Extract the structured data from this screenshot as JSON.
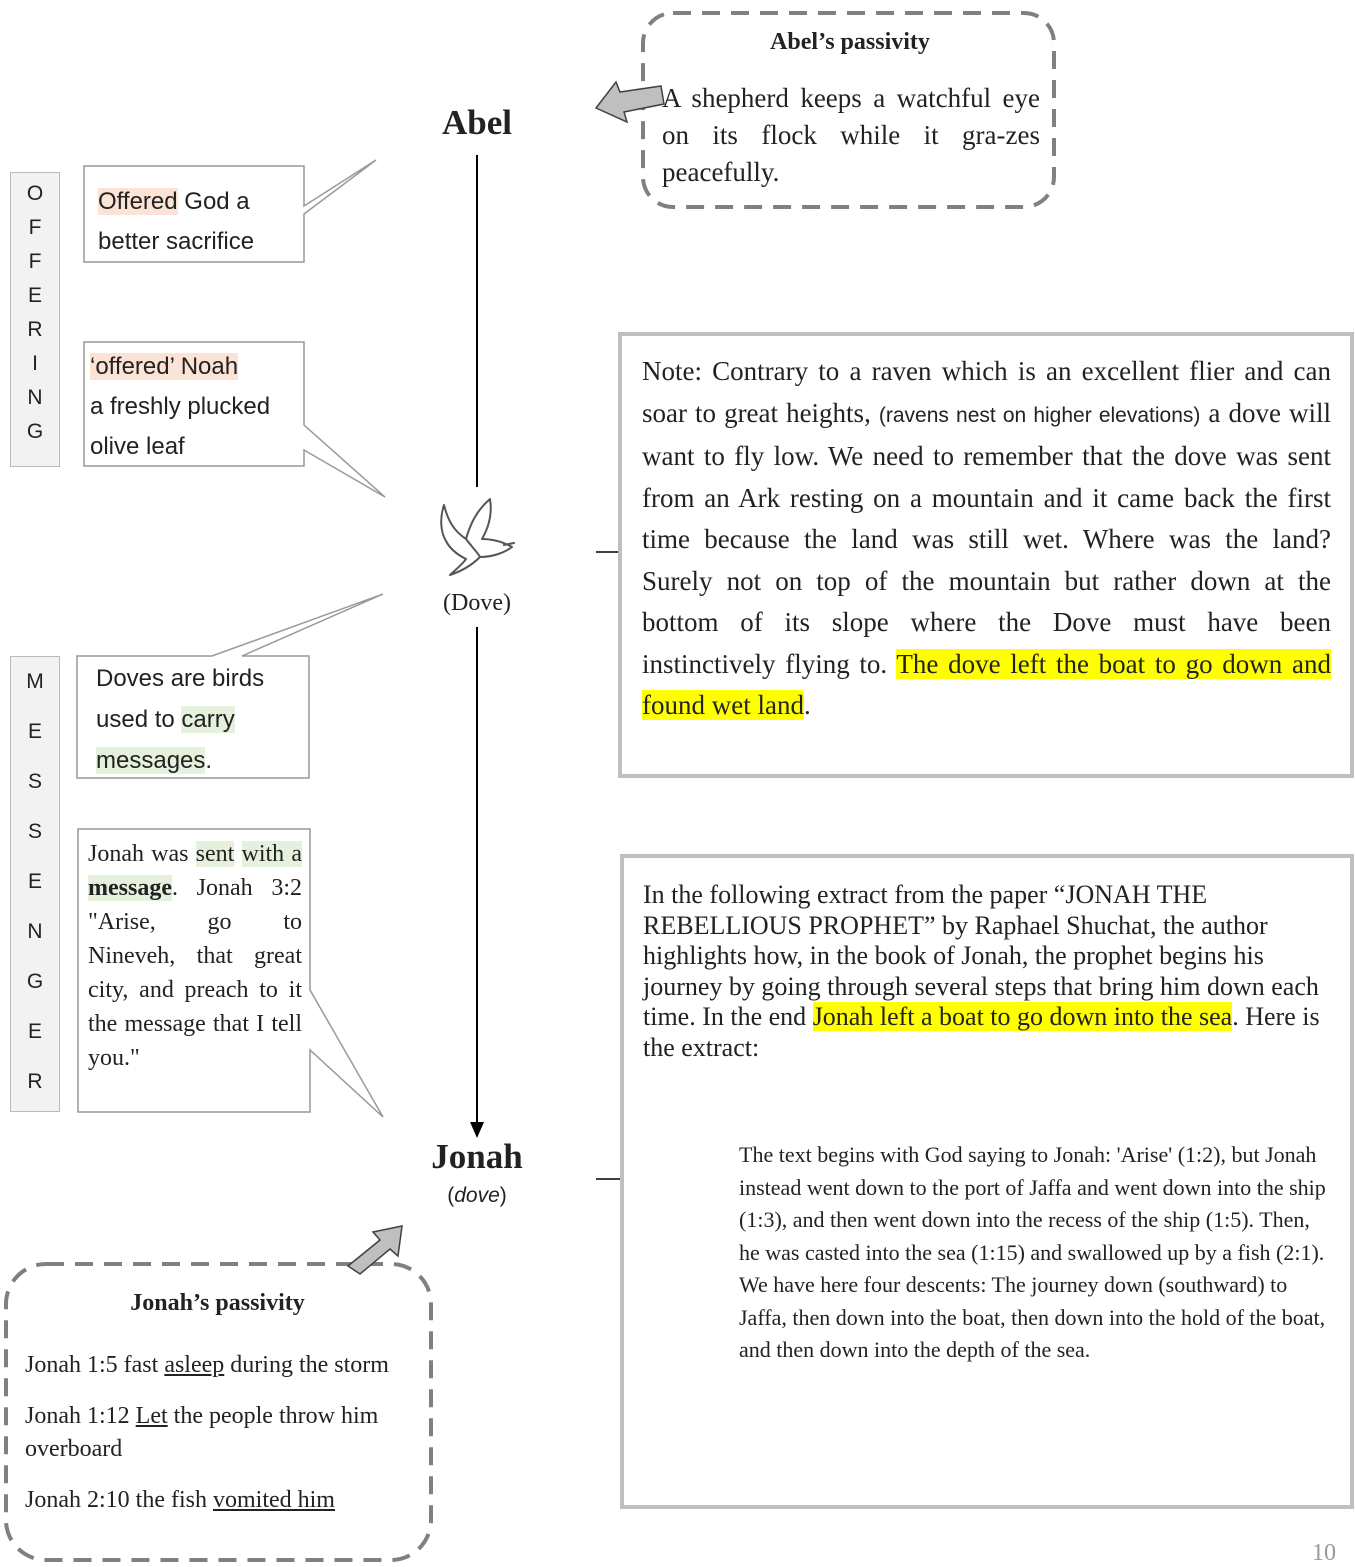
{
  "abel": {
    "name": "Abel"
  },
  "dove": {
    "caption": "(Dove)"
  },
  "jonah": {
    "name": "Jonah",
    "subtitle_open": "(",
    "subtitle": "dove",
    "subtitle_close": ")"
  },
  "abel_passivity": {
    "title": "Abel’s passivity",
    "text": "A shepherd keeps a watchful eye on its flock while it gra-zes peacefully."
  },
  "offering_label": [
    "O",
    "F",
    "F",
    "E",
    "R",
    "I",
    "N",
    "G"
  ],
  "messenger_label": [
    "M",
    "E",
    "S",
    "S",
    "E",
    "N",
    "G",
    "E",
    "R"
  ],
  "callout_abel": {
    "highlight": "Offered",
    "rest": " God a better sacrifice"
  },
  "callout_noah": {
    "highlight": "‘offered’ Noah",
    "rest": "a freshly plucked olive leaf"
  },
  "callout_doves": {
    "pre": "Doves are birds used to ",
    "h1": "carry",
    "h2": "messages",
    "post": "."
  },
  "callout_jonah": {
    "pre": "Jonah was ",
    "h1": "sent",
    "h2_pre": "with a ",
    "h2_bold": "message",
    "post": ". Jonah 3:2 \"Arise, go to Nineveh, that great city, and preach to it the message that I tell you.\""
  },
  "note": {
    "p1": "Note: Contrary to a raven which is an excellent flier and can soar to great heights, ",
    "small": "(ravens nest on higher elevations)",
    "p2": " a dove will want to fly low. We need to remember that the dove was sent from an Ark resting on a mountain and it came back the first time because the land was still wet. Where was the land? Surely not on top of the mountain but rather down at the bottom of its slope where the Dove must have been instinctively flying to.  ",
    "highlight": "The dove left the boat to go down and found wet land",
    "end": "."
  },
  "extract": {
    "intro_a": "In the following extract from the paper “JONAH THE REBELLIOUS PROPHET” by Raphael Shuchat, the author highlights how, in the book of Jonah,  the prophet begins his journey by going through several steps that bring him down each time. In the end ",
    "highlight": "Jonah left a boat to go down into the sea",
    "intro_b": ". Here is the extract:",
    "quote": "The text begins with God saying to Jonah: 'Arise' (1:2), but Jonah instead went down to the port of Jaffa and went down into the ship (1:3), and then went down into the recess of the ship (1:5). Then, he was casted into the sea (1:15) and swallowed up by a fish (2:1). We have here four descents: The journey down (southward) to Jaffa, then down into the boat, then down into the hold of the boat, and then down into the depth of the sea."
  },
  "jonah_passivity": {
    "title": "Jonah’s passivity",
    "items": [
      {
        "pre": "Jonah 1:5 fast ",
        "u": "asleep",
        "post": " during the storm"
      },
      {
        "pre": "Jonah 1:12 ",
        "u": "Let",
        "post": " the people throw him overboard"
      },
      {
        "pre": "Jonah 2:10 the fish ",
        "u": "vomited him",
        "post": ""
      }
    ]
  },
  "page_number": "10",
  "colors": {
    "highlight_yellow": "#ffff00",
    "highlight_peach": "#fbe3d6",
    "highlight_green": "#e6f1dd",
    "box_border": "#bfbfbf",
    "dash": "#7f7f7f"
  }
}
